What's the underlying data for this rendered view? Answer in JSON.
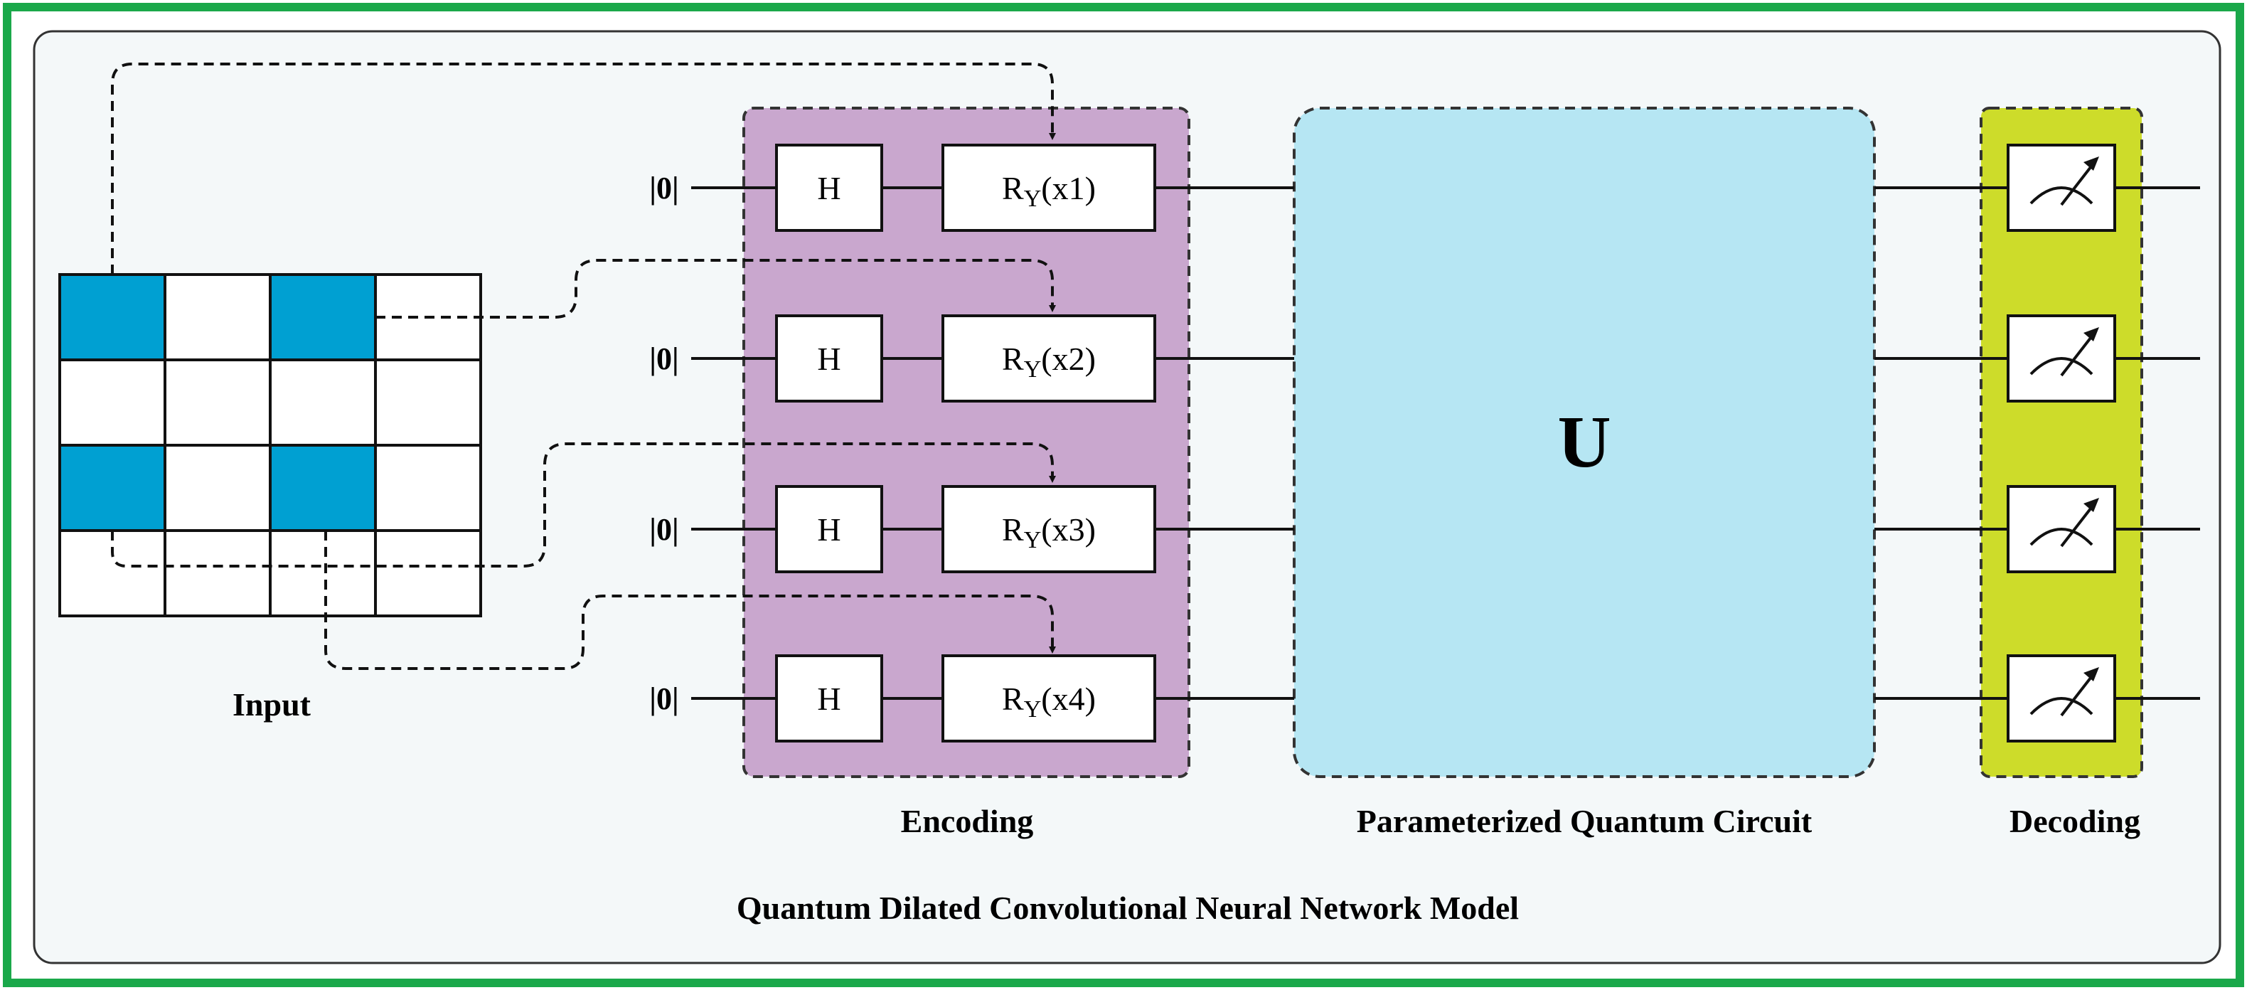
{
  "title": "Quantum Dilated Convolutional Neural Network Model",
  "sections": {
    "input": "Input",
    "encoding": "Encoding",
    "pqc": "Parameterized Quantum Circuit",
    "decoding": "Decoding"
  },
  "unitary_label": "U",
  "qubits": [
    {
      "init": "|0|",
      "h_gate": "H",
      "ry_base": "R",
      "ry_sub": "Y",
      "ry_arg": "(x1)"
    },
    {
      "init": "|0|",
      "h_gate": "H",
      "ry_base": "R",
      "ry_sub": "Y",
      "ry_arg": "(x2)"
    },
    {
      "init": "|0|",
      "h_gate": "H",
      "ry_base": "R",
      "ry_sub": "Y",
      "ry_arg": "(x3)"
    },
    {
      "init": "|0|",
      "h_gate": "H",
      "ry_base": "R",
      "ry_sub": "Y",
      "ry_arg": "(x4)"
    }
  ],
  "input_grid": {
    "rows": 4,
    "cols": 4,
    "highlighted": [
      [
        0,
        0
      ],
      [
        0,
        2
      ],
      [
        2,
        0
      ],
      [
        2,
        2
      ]
    ]
  },
  "colors": {
    "frame_border": "#1aa84a",
    "background": "#f4f8f9",
    "grid_highlight": "#00a0d2",
    "encoding_fill": "#c9a7ce",
    "pqc_fill": "#b6e6f3",
    "decoding_fill": "#cddc2a"
  },
  "icons": {
    "measurement": "measurement-meter-icon"
  }
}
